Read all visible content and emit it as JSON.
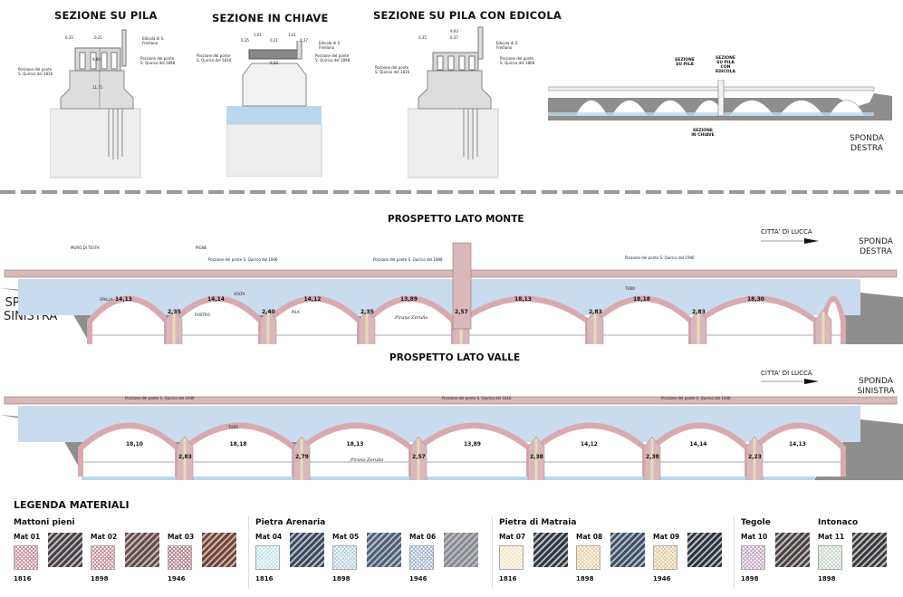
{
  "sections": [
    {
      "title": "SEZIONE SU PILA",
      "dims": [
        "0,35",
        "0,21",
        "9,80",
        "11,71"
      ],
      "labels": [
        "Porzione del ponte S. Quirico del 1816",
        "Porzione del ponte S. Quirico del 1898",
        "Edicola di S. Frediano"
      ]
    },
    {
      "title": "SEZIONE IN CHIAVE",
      "dims": [
        "0,35",
        "1,01",
        "0,21",
        "1,01",
        "0,37",
        "9,93"
      ],
      "labels": [
        "Porzione del ponte S. Quirico del 1816",
        "Porzione del ponte S. Quirico del 1898",
        "Edicola di S. Frediano"
      ]
    },
    {
      "title": "SEZIONE SU PILA CON EDICOLA",
      "dims": [
        "0,35",
        "6,37",
        "9,93"
      ],
      "labels": [
        "Porzione del ponte S. Quirico del 1816",
        "Porzione del ponte S. Quirico del 1898",
        "Edicola di S. Frediano"
      ]
    }
  ],
  "keyplan": {
    "labels": [
      "SEZIONE SU PILA",
      "SEZIONE SU PILA CON EDICOLA",
      "SEZIONE IN CHIAVE"
    ],
    "bank": "SPONDA DESTRA"
  },
  "signature": "Pirano Zerullo",
  "monte": {
    "title": "PROSPETTO LATO MONTE",
    "direction": "CITTA' DI LUCCA",
    "bank_left": "SPONDA SINISTRA",
    "bank_right": "SPONDA DESTRA",
    "portions": [
      "Porzione del ponte S. Quirico del 1946",
      "Porzione del ponte S. Quirico del 1898",
      "Porzione del ponte S. Quirico del 1946"
    ],
    "callouts": [
      "MURO DI TESTA",
      "PIGNE",
      "SPALLA",
      "VOLTA",
      "ROSTRO",
      "PILA",
      "TUBO"
    ],
    "spans": [
      "14,13",
      "14,14",
      "14,12",
      "13,89",
      "18,13",
      "18,18",
      "18,30"
    ],
    "piers": [
      "2,35",
      "2,40",
      "2,35",
      "2,57",
      "2,83",
      "2,83"
    ]
  },
  "valle": {
    "title": "PROSPETTO LATO VALLE",
    "direction": "CITTA' DI LUCCA",
    "bank_right": "SPONDA SINISTRA",
    "portions": [
      "Porzione del ponte S. Quirico del 1946",
      "Porzione del ponte S. Quirico del 1816",
      "Porzione del ponte S. Quirico del 1946"
    ],
    "callouts": [
      "TUBO"
    ],
    "spans": [
      "18,10",
      "18,18",
      "18,13",
      "13,89",
      "14,12",
      "14,14",
      "14,13"
    ],
    "piers": [
      "2,83",
      "2,79",
      "2,57",
      "2,38",
      "2,38",
      "2,23"
    ]
  },
  "legend": {
    "title": "LEGENDA MATERIALI",
    "groups": [
      {
        "name": "Mattoni pieni",
        "items": [
          {
            "mat": "Mat 01",
            "year": "1816",
            "swatch": "#c98a95",
            "photo": "#4a4048"
          },
          {
            "mat": "Mat 02",
            "year": "1898",
            "swatch": "#c98a95",
            "photo": "#6a4a48"
          },
          {
            "mat": "Mat 03",
            "year": "1946",
            "swatch": "#b07a88",
            "photo": "#7a4030"
          }
        ]
      },
      {
        "name": "Pietra Arenaria",
        "items": [
          {
            "mat": "Mat 04",
            "year": "1816",
            "swatch": "#bfe3ea",
            "photo": "#3a4a62"
          },
          {
            "mat": "Mat 05",
            "year": "1898",
            "swatch": "#b5cfe0",
            "photo": "#4a6080"
          },
          {
            "mat": "Mat 06",
            "year": "1946",
            "swatch": "#9fb5d0",
            "photo": "#8a8c96"
          }
        ]
      },
      {
        "name": "Pietra di Matraia",
        "items": [
          {
            "mat": "Mat 07",
            "year": "1816",
            "swatch": "#f3e3c0",
            "photo": "#2e3845"
          },
          {
            "mat": "Mat 08",
            "year": "1898",
            "swatch": "#e8cfa0",
            "photo": "#3a5070"
          },
          {
            "mat": "Mat 09",
            "year": "1946",
            "swatch": "#e2c898",
            "photo": "#2c3440"
          }
        ]
      },
      {
        "name": "Tegole",
        "items": [
          {
            "mat": "Mat 10",
            "year": "1898",
            "swatch": "#c6a6c8",
            "photo": "#4a4240"
          }
        ]
      },
      {
        "name": "Intonaco",
        "items": [
          {
            "mat": "Mat 11",
            "year": "1898",
            "swatch": "#c9d6c9",
            "photo": "#3a3c40"
          }
        ]
      }
    ]
  },
  "colors": {
    "brick": "#d9b7bb",
    "stone": "#eadbb8",
    "water": "#b9d8ee",
    "fill": "#c9dbee",
    "ground": "#8e8e8e",
    "arch": "#d8aab0"
  }
}
